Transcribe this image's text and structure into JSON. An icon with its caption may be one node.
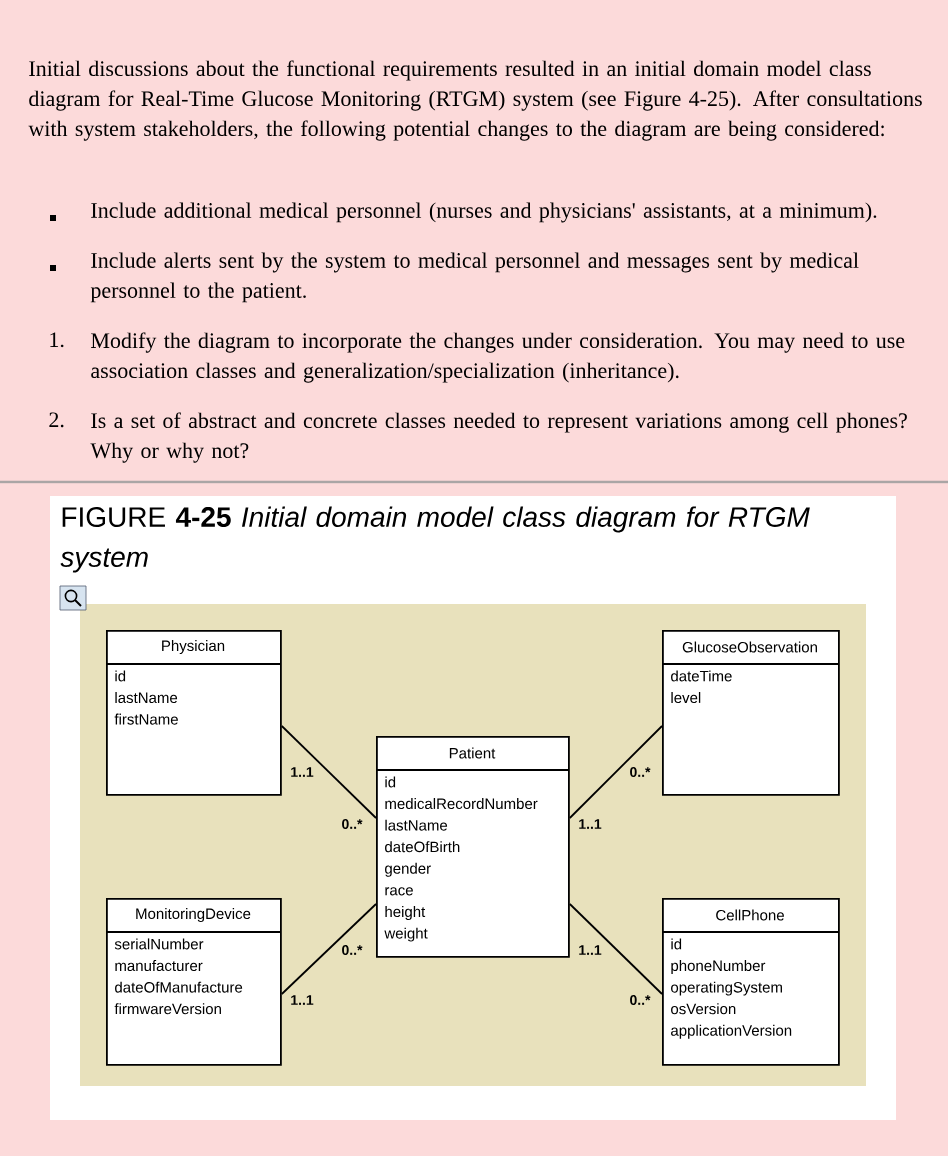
{
  "diagram": {
    "title": "FIGURE **4-25** *Initial domain model class diagram for RTGM system*",
    "nodes": [
      {
        "text": [
          "Physician",
          "id",
          "lastName",
          "firstName"
        ]
      },
      {
        "text": [
          "GlucoseObservation",
          "dateTime",
          "level"
        ]
      },
      {
        "text": [
          "Patient",
          "id",
          "medicalRecordNumber",
          "lastName",
          "dateOfBirth",
          "gender",
          "race",
          "height",
          "weight"
        ]
      },
      {
        "text": [
          "MonitoringDevice",
          "serialNumber",
          "manufacturer",
          "dateOfManufacture",
          "firmwareVersion"
        ]
      },
      {
        "text": [
          "CellPhone",
          "id",
          "phoneNumber",
          "operatingSystem",
          "osVersion",
          "applicationVersion"
        ]
      }
    ],
    "edges": [
      {
        "from": 0,
        "to": 2,
        "arrow": "none"
      },
      {
        "from": 1,
        "to": 2,
        "arrow": "none"
      },
      {
        "from": 3,
        "to": 2,
        "arrow": "none"
      },
      {
        "from": 4,
        "to": 2,
        "arrow": "none"
      }
    ],
    "labels": [
      "Initial discussions about the functional requirements resulted in an initial domain model class diagram for Real-Time Glucose Monitoring (RTGM) system (see Figure 4-25). After consultations with system stakeholders, the following potential changes to the diagram are being considered:",
      "Include additional medical personnel (nurses and physicians' assistants, at a minimum).",
      "Include alerts sent by the system to medical personnel and messages sent by medical personnel to the patient.",
      "1.",
      "Modify the diagram to incorporate the changes under consideration. You may need to use association classes and generalization/specialization (inheritance).",
      "2.",
      "Is a set of abstract and concrete classes needed to represent variations among cell phones? Why or why not?",
      "1..1",
      "0..*",
      "0..*",
      "1..1",
      "0..*",
      "1..1",
      "1..1",
      "0..*"
    ]
  }
}
